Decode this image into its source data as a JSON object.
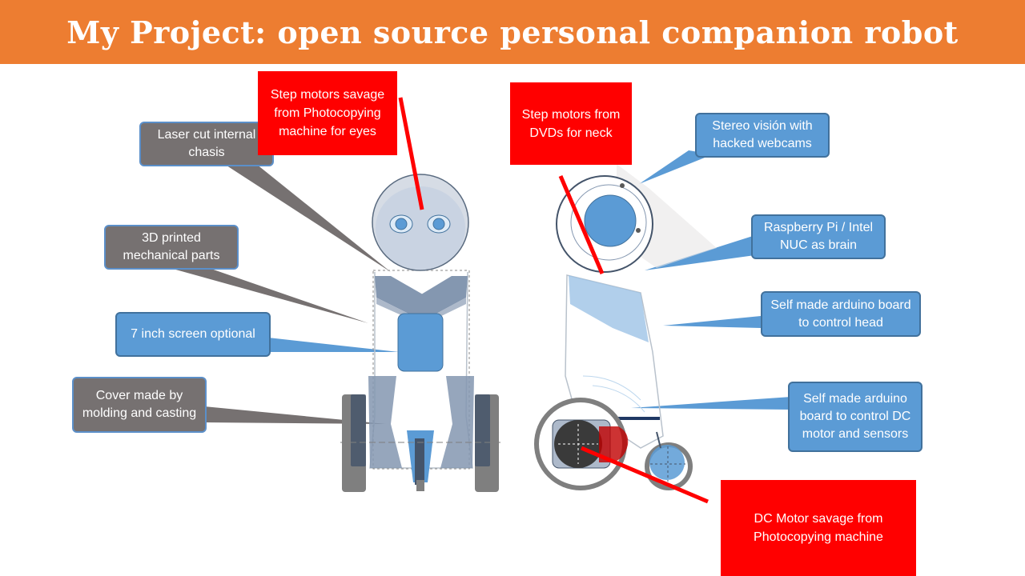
{
  "header": {
    "title": "My Project: open source personal companion robot"
  },
  "callouts": {
    "laser_cut": "Laser cut internal chasis",
    "printed_3d": "3D printed mechanical parts",
    "screen": "7 inch screen optional",
    "cover": "Cover made by molding and casting",
    "eye_motors": "Step motors savage from Photocopying machine for eyes",
    "neck_motors": "Step motors from DVDs for neck",
    "stereo": "Stereo visión with hacked webcams",
    "brain": "Raspberry Pi / Intel NUC as brain",
    "head_board": "Self made arduino board to control head",
    "motor_board": "Self made arduino board to control DC motor and sensors",
    "dc_motor": "DC Motor savage from Photocopying machine"
  },
  "colors": {
    "header": "#ED7D31",
    "callout_gray": "#767171",
    "callout_blue": "#5B9BD5",
    "callout_red": "#FF0000"
  }
}
